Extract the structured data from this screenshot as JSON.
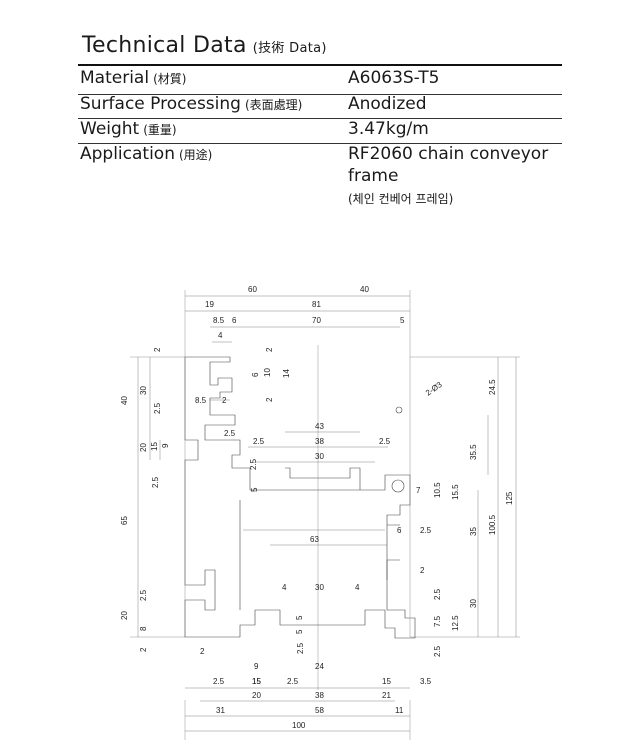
{
  "header": {
    "title": "Technical Data",
    "title_sub": "(技術  Data)"
  },
  "specs": [
    {
      "label": "Material",
      "label_kr": "(材質)",
      "value": "A6063S-T5"
    },
    {
      "label": "Surface Processing",
      "label_kr": "(表面處理)",
      "value": "Anodized"
    },
    {
      "label": "Weight",
      "label_kr": "(重量)",
      "value": "3.47kg/m"
    },
    {
      "label": "Application",
      "label_kr": "(用途)",
      "value": "RF2060 chain conveyor",
      "value_line2": "frame",
      "value_kr": "(체인 컨베어 프레임)"
    }
  ],
  "drawing": {
    "dims_top": [
      "60",
      "40",
      "19",
      "81",
      "8.5",
      "6",
      "4",
      "70",
      "5"
    ],
    "dims_left": [
      "40",
      "30",
      "2",
      "2.5",
      "20",
      "15",
      "9",
      "2.5",
      "65",
      "20",
      "2.5",
      "8",
      "2",
      "8.5",
      "2",
      "2.5"
    ],
    "dims_inner": [
      "2",
      "6",
      "10",
      "14",
      "2",
      "43",
      "38",
      "30",
      "2.5",
      "2.5",
      "2.5",
      "5",
      "63",
      "4",
      "30",
      "4",
      "5",
      "5",
      "2.5",
      "9",
      "15",
      "24"
    ],
    "dims_right": [
      "2-Ø3",
      "24.5",
      "35.5",
      "7",
      "10.5",
      "15.5",
      "125",
      "6",
      "2.5",
      "35",
      "100.5",
      "2",
      "2.5",
      "30",
      "7.5",
      "12.5",
      "2.5"
    ],
    "dims_bottom": [
      "2",
      "2.5",
      "15",
      "2.5",
      "15",
      "3.5",
      "20",
      "38",
      "21",
      "31",
      "58",
      "11",
      "100"
    ]
  }
}
